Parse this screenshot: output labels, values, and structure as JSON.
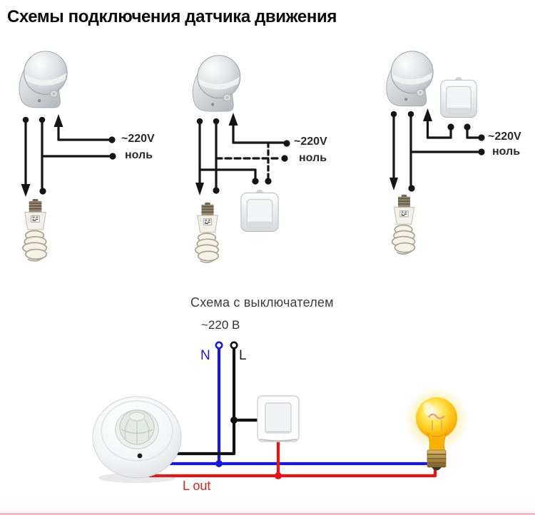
{
  "title": "Схемы подключения датчика движения",
  "diagrams": {
    "top": [
      {
        "phase": "~220V",
        "neutral": "ноль"
      },
      {
        "phase": "~220V",
        "neutral": "ноль"
      },
      {
        "phase": "~220V",
        "neutral": "ноль"
      }
    ],
    "bottom": {
      "title": "Схема с выключателем",
      "voltage": "~220 В",
      "n_label": "N",
      "l_label": "L",
      "l_out_label": "L out"
    }
  },
  "icons": {
    "wall_motion_sensor": "pir-motion-sensor",
    "ceiling_motion_sensor": "ceiling-pir-sensor",
    "cfl_lamp": "cfl-spiral-bulb",
    "wall_switch": "wall-switch",
    "incandescent_bulb": "glowing-incandescent-bulb"
  },
  "colors": {
    "wire_black": "#151515",
    "wire_blue": "#1a1ad6",
    "wire_red": "#e81414",
    "label_dark": "#2a2a2a",
    "label_blue": "#1a1ad6",
    "label_red": "#e02020",
    "background": "#ffffff",
    "bottom_edge": "#f2bac6"
  }
}
